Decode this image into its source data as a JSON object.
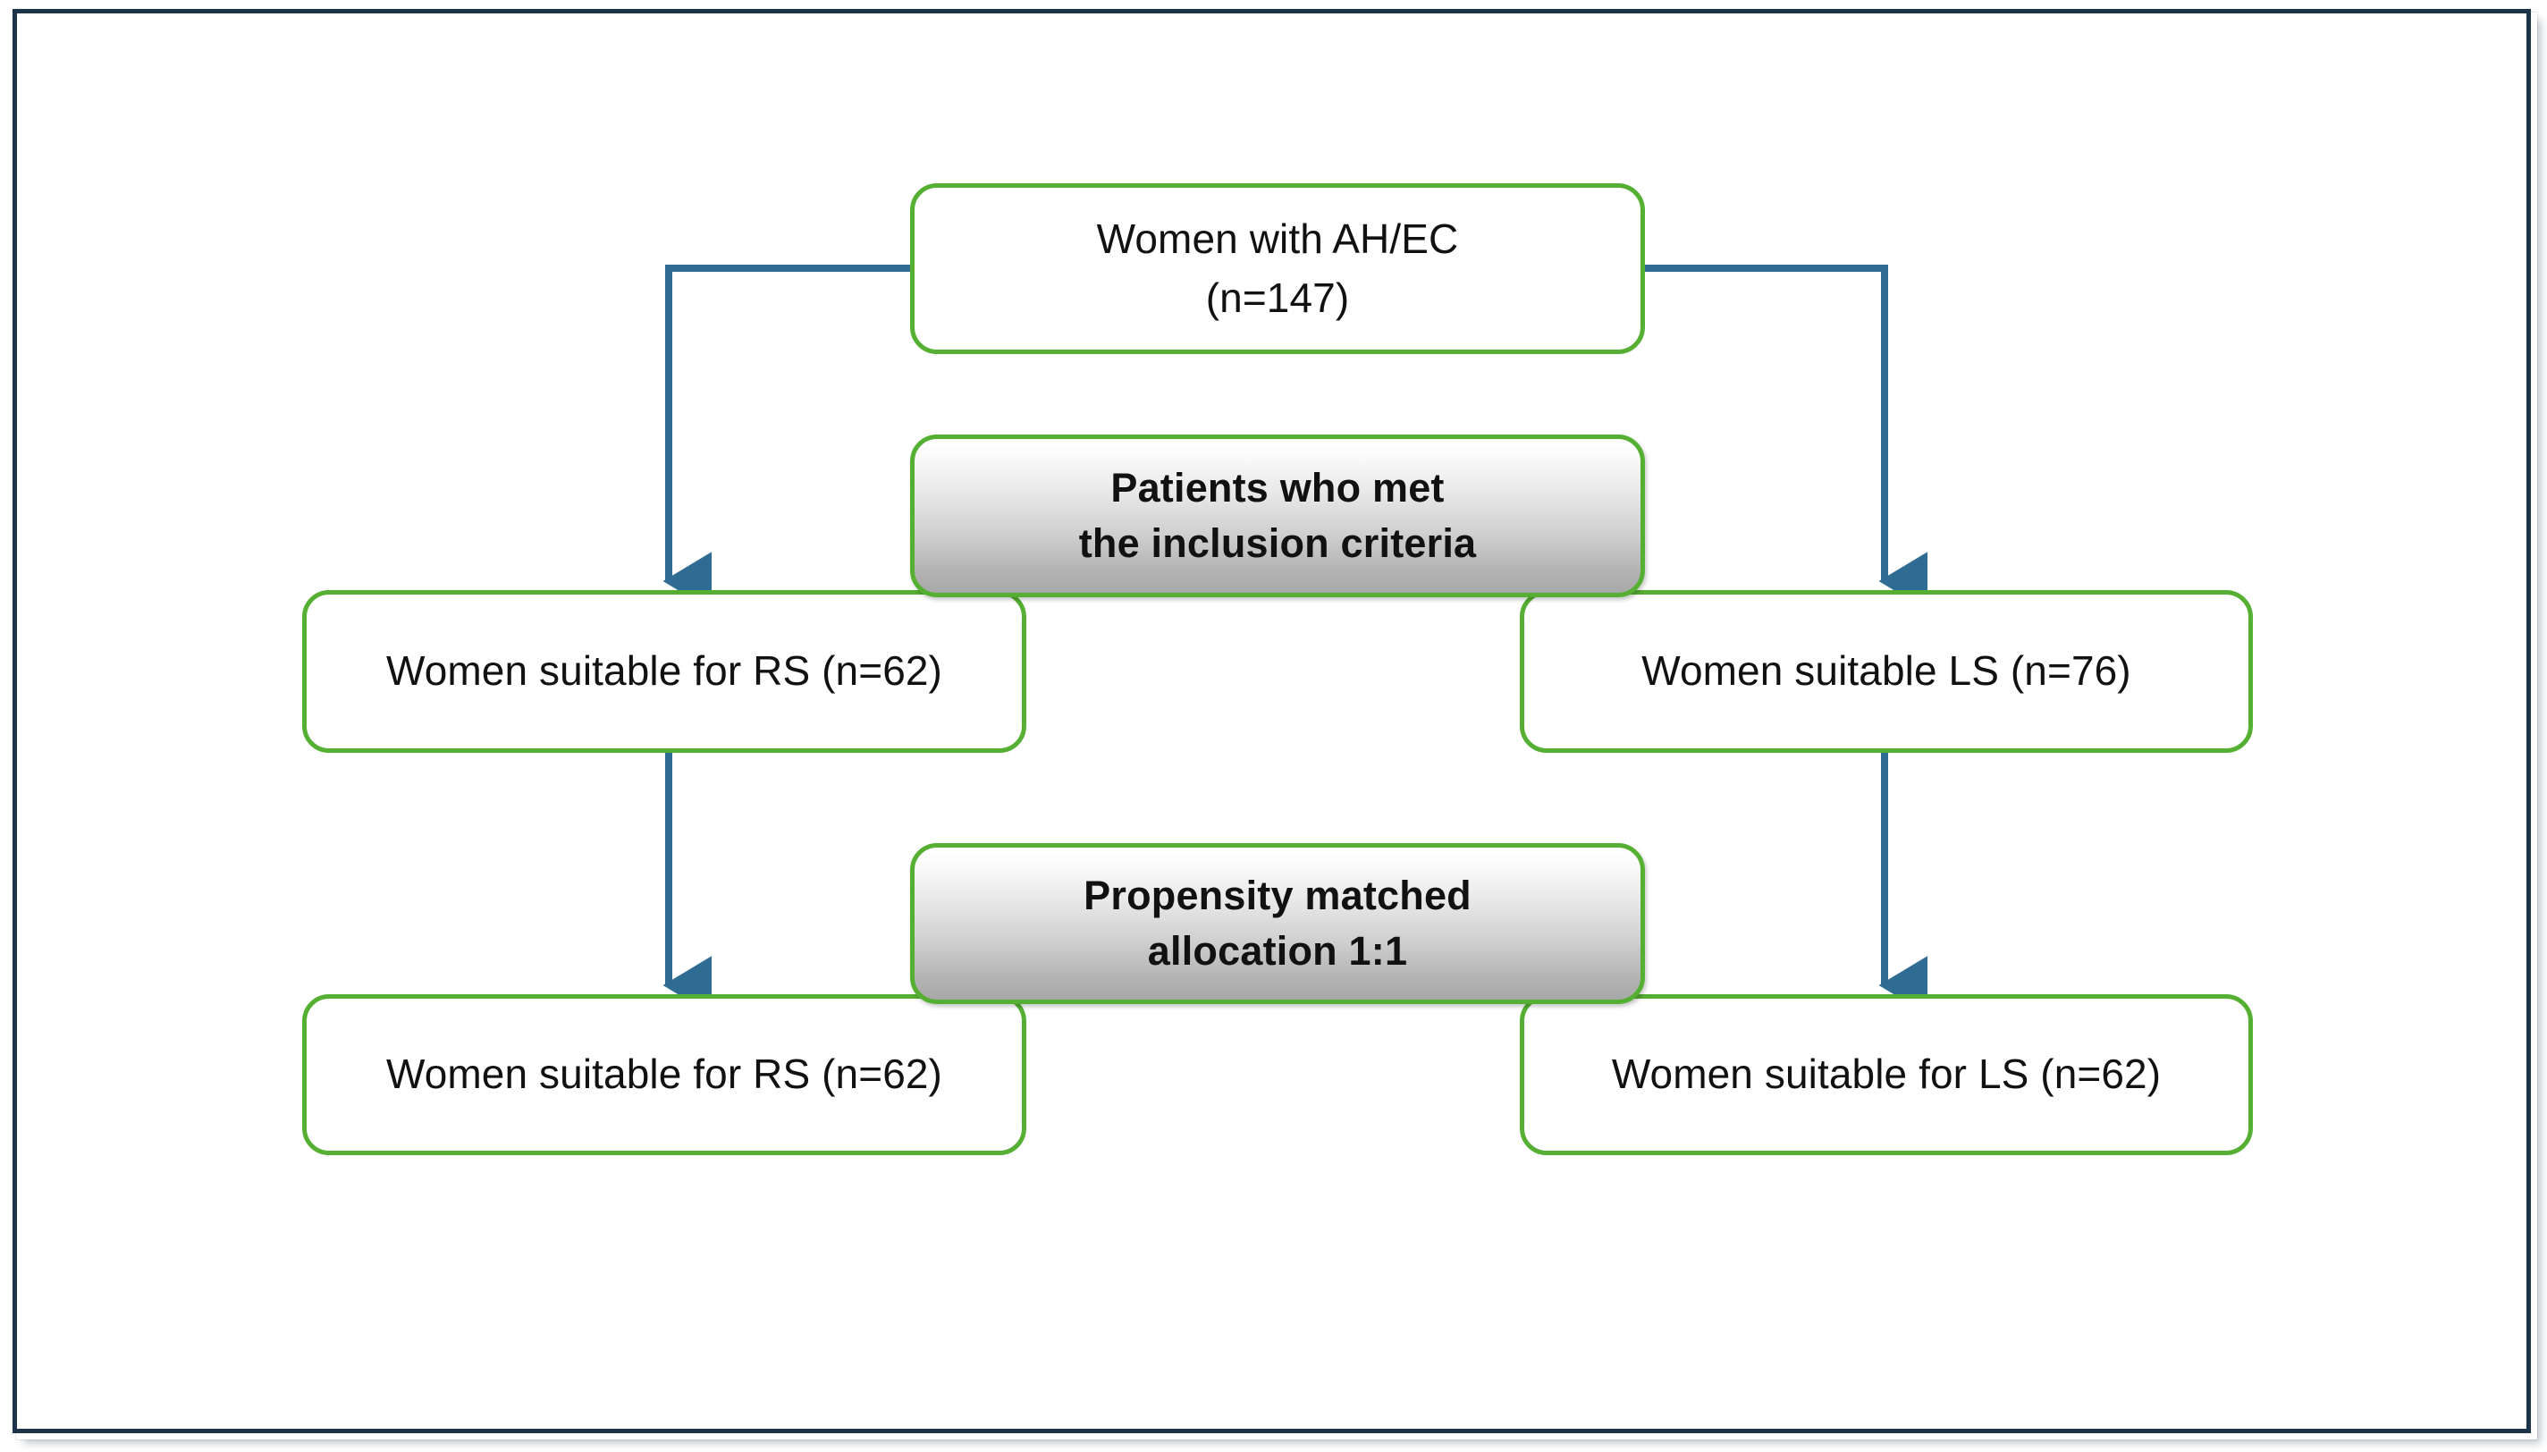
{
  "figure": {
    "type": "flowchart",
    "orientation": "top-down",
    "colors": {
      "frame_border": "#1d3349",
      "node_border": "#54af32",
      "node_fill": "#ffffff",
      "emphasis_fill_top": "#ffffff",
      "emphasis_fill_bottom": "#a8a8a8",
      "connector": "#2e6c94",
      "text": "#111111"
    },
    "nodes": [
      {
        "id": "source",
        "style": "plain",
        "line1": "Women with AH/EC",
        "line2": "(n=147)",
        "label": "Women with AH/EC\n(n=147)",
        "count": 147
      },
      {
        "id": "inclusion",
        "style": "emphasis",
        "line1": "Patients who met",
        "line2": "the inclusion criteria",
        "label": "Patients who met\nthe inclusion criteria"
      },
      {
        "id": "rs-eligible",
        "style": "plain",
        "label": "Women suitable for RS (n=62)",
        "count": 62,
        "arm": "RS"
      },
      {
        "id": "ls-eligible",
        "style": "plain",
        "label": "Women suitable LS (n=76)",
        "count": 76,
        "arm": "LS"
      },
      {
        "id": "matched",
        "style": "emphasis",
        "line1": "Propensity matched",
        "line2": "allocation 1:1",
        "label": "Propensity matched\nallocation 1:1",
        "ratio": "1:1"
      },
      {
        "id": "rs-matched",
        "style": "plain",
        "label": "Women suitable for RS (n=62)",
        "count": 62,
        "arm": "RS"
      },
      {
        "id": "ls-matched",
        "style": "plain",
        "label": "Women suitable for LS (n=62)",
        "count": 62,
        "arm": "LS"
      }
    ],
    "edges": [
      {
        "from": "source",
        "to": "rs-eligible",
        "shape": "elbow-left",
        "arrowhead": true
      },
      {
        "from": "source",
        "to": "ls-eligible",
        "shape": "elbow-right",
        "arrowhead": true
      },
      {
        "from": "rs-eligible",
        "to": "rs-matched",
        "shape": "straight",
        "arrowhead": true
      },
      {
        "from": "ls-eligible",
        "to": "ls-matched",
        "shape": "straight",
        "arrowhead": true
      }
    ]
  }
}
